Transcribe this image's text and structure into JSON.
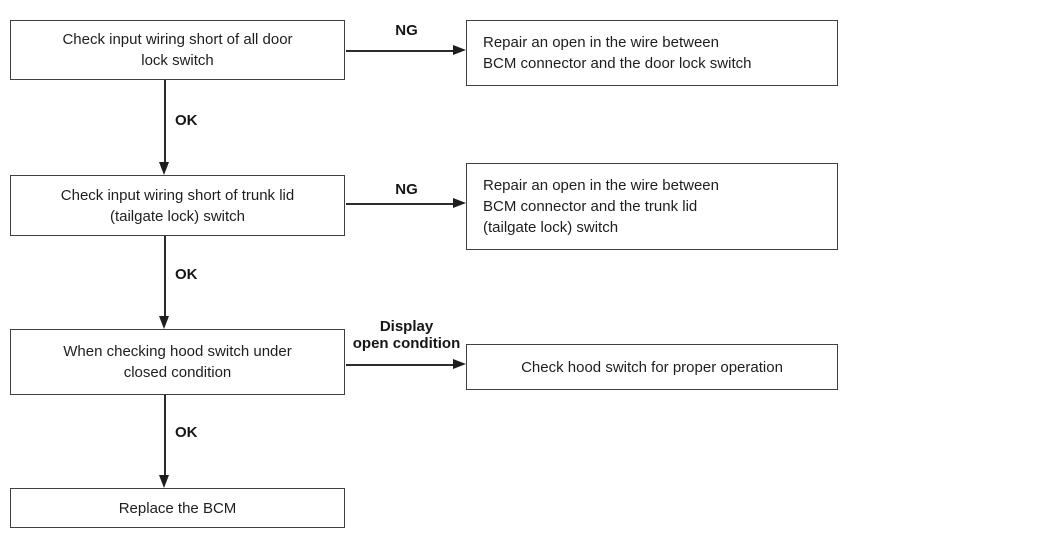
{
  "diagram": {
    "title": "BCM door lock switch troubleshooting flowchart",
    "colors": {
      "background": "#ffffff",
      "line": "#2b2b2b",
      "border": "#404040",
      "text": "#1e1e1e"
    },
    "nodes": {
      "check_door": {
        "text": "Check input wiring short of all door\nlock switch"
      },
      "repair_door": {
        "text": "Repair an open in the wire between\nBCM connector and the door lock switch"
      },
      "check_trunk": {
        "text": "Check input wiring short of trunk lid\n(tailgate lock) switch"
      },
      "repair_trunk": {
        "text": "Repair an open in the wire between\nBCM connector and the trunk lid\n(tailgate lock) switch"
      },
      "check_hood": {
        "text": "When checking hood switch under\nclosed condition"
      },
      "hood_operation": {
        "text": "Check hood switch for proper operation"
      },
      "replace_bcm": {
        "text": "Replace the BCM"
      }
    },
    "labels": {
      "ng1": "NG",
      "ng2": "NG",
      "ok1": "OK",
      "ok2": "OK",
      "ok3": "OK",
      "display_open": "Display\nopen condition"
    }
  }
}
